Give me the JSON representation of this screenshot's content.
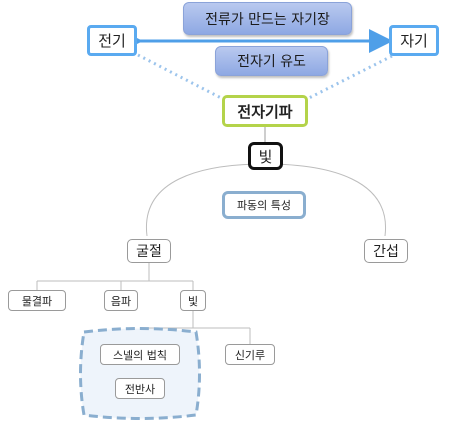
{
  "nodes": {
    "electricity": "전기",
    "magnetism": "자기",
    "current_field": "전류가 만드는 자기장",
    "induction": "전자기 유도",
    "em_wave": "전자기파",
    "light": "빛",
    "wave_property": "파동의 특성",
    "refraction": "굴절",
    "interference": "간섭",
    "water_wave": "물결파",
    "sound_wave": "음파",
    "light_small": "빛",
    "snell": "스넬의 법칙",
    "total_reflection": "전반사",
    "mirage": "신기루"
  },
  "colors": {
    "arrow_blue": "#4f9fe8",
    "dotted_blue": "#9cc4ec",
    "green_border": "#b4d34a",
    "wave_border": "#8aaecf"
  }
}
